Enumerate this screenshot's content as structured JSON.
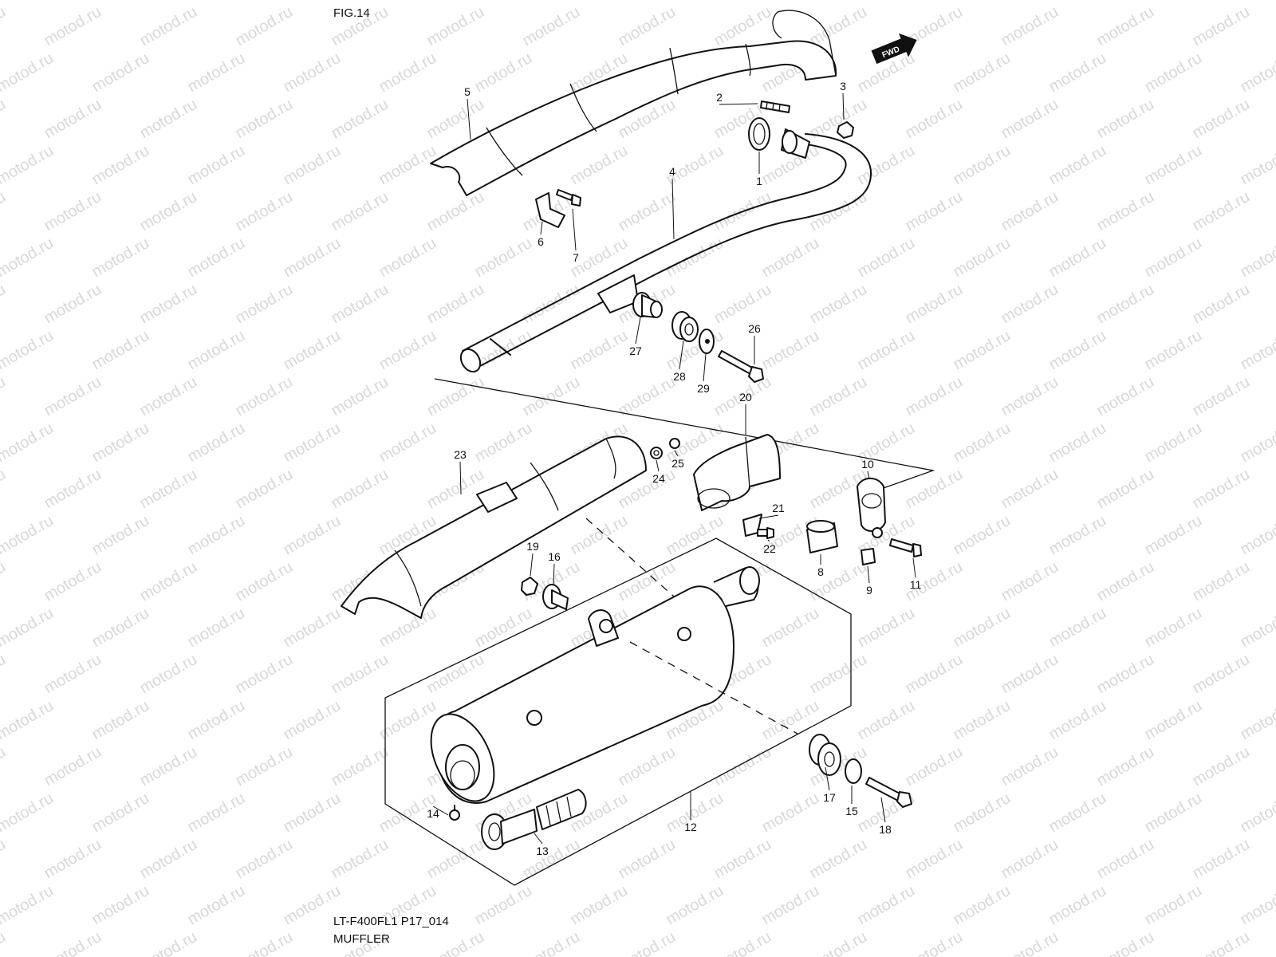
{
  "figure": {
    "fig_label": "FIG.14",
    "model_code": "LT-F400FL1 P17_014",
    "title": "MUFFLER"
  },
  "watermark": {
    "text": "motod.ru"
  },
  "direction_tag": {
    "text": "FWD"
  },
  "callouts": [
    {
      "num": "1"
    },
    {
      "num": "2"
    },
    {
      "num": "3"
    },
    {
      "num": "4"
    },
    {
      "num": "5"
    },
    {
      "num": "6"
    },
    {
      "num": "7"
    },
    {
      "num": "8"
    },
    {
      "num": "9"
    },
    {
      "num": "10"
    },
    {
      "num": "11"
    },
    {
      "num": "12"
    },
    {
      "num": "13"
    },
    {
      "num": "14"
    },
    {
      "num": "15"
    },
    {
      "num": "16"
    },
    {
      "num": "17"
    },
    {
      "num": "18"
    },
    {
      "num": "19"
    },
    {
      "num": "20"
    },
    {
      "num": "21"
    },
    {
      "num": "22"
    },
    {
      "num": "23"
    },
    {
      "num": "24"
    },
    {
      "num": "25"
    },
    {
      "num": "26"
    },
    {
      "num": "27"
    },
    {
      "num": "28"
    },
    {
      "num": "29"
    }
  ]
}
